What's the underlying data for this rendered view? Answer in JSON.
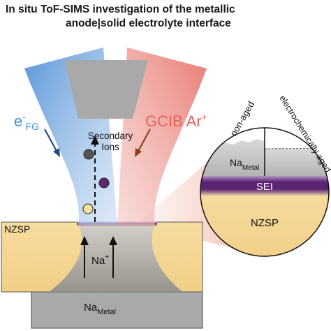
{
  "title": {
    "line1": "In situ ToF-SIMS investigation of the metallic",
    "line2": "anode|solid electrolyte interface"
  },
  "labels": {
    "efg_main": "e",
    "efg_sup": "-",
    "efg_sub": "FG",
    "gcib_main": "GCIB Ar",
    "gcib_sup": "+",
    "secondary_l1": "Secondary",
    "secondary_l2": "Ions",
    "nzsp_left": "NZSP",
    "na_ion_main": "Na",
    "na_ion_sup": "+",
    "na_metal_bottom_main": "Na",
    "na_metal_bottom_sub": "Metal"
  },
  "zoom": {
    "non_aged": "non-aged",
    "electrochemically_aged": "electrochemically aged",
    "na_metal_main": "Na",
    "na_metal_sub": "Metal",
    "sei": "SEI",
    "nzsp": "NZSP"
  },
  "colors": {
    "electron_beam": "#5b9bd5",
    "gcib_beam": "#e0706a",
    "nzsp": "#f5d99a",
    "na_metal": "#aaaaaa",
    "sei": "#5c2a72",
    "ion_grey": "#555555",
    "ion_purple": "#5a2a6e",
    "ion_yellow": "#f6e3a0"
  }
}
